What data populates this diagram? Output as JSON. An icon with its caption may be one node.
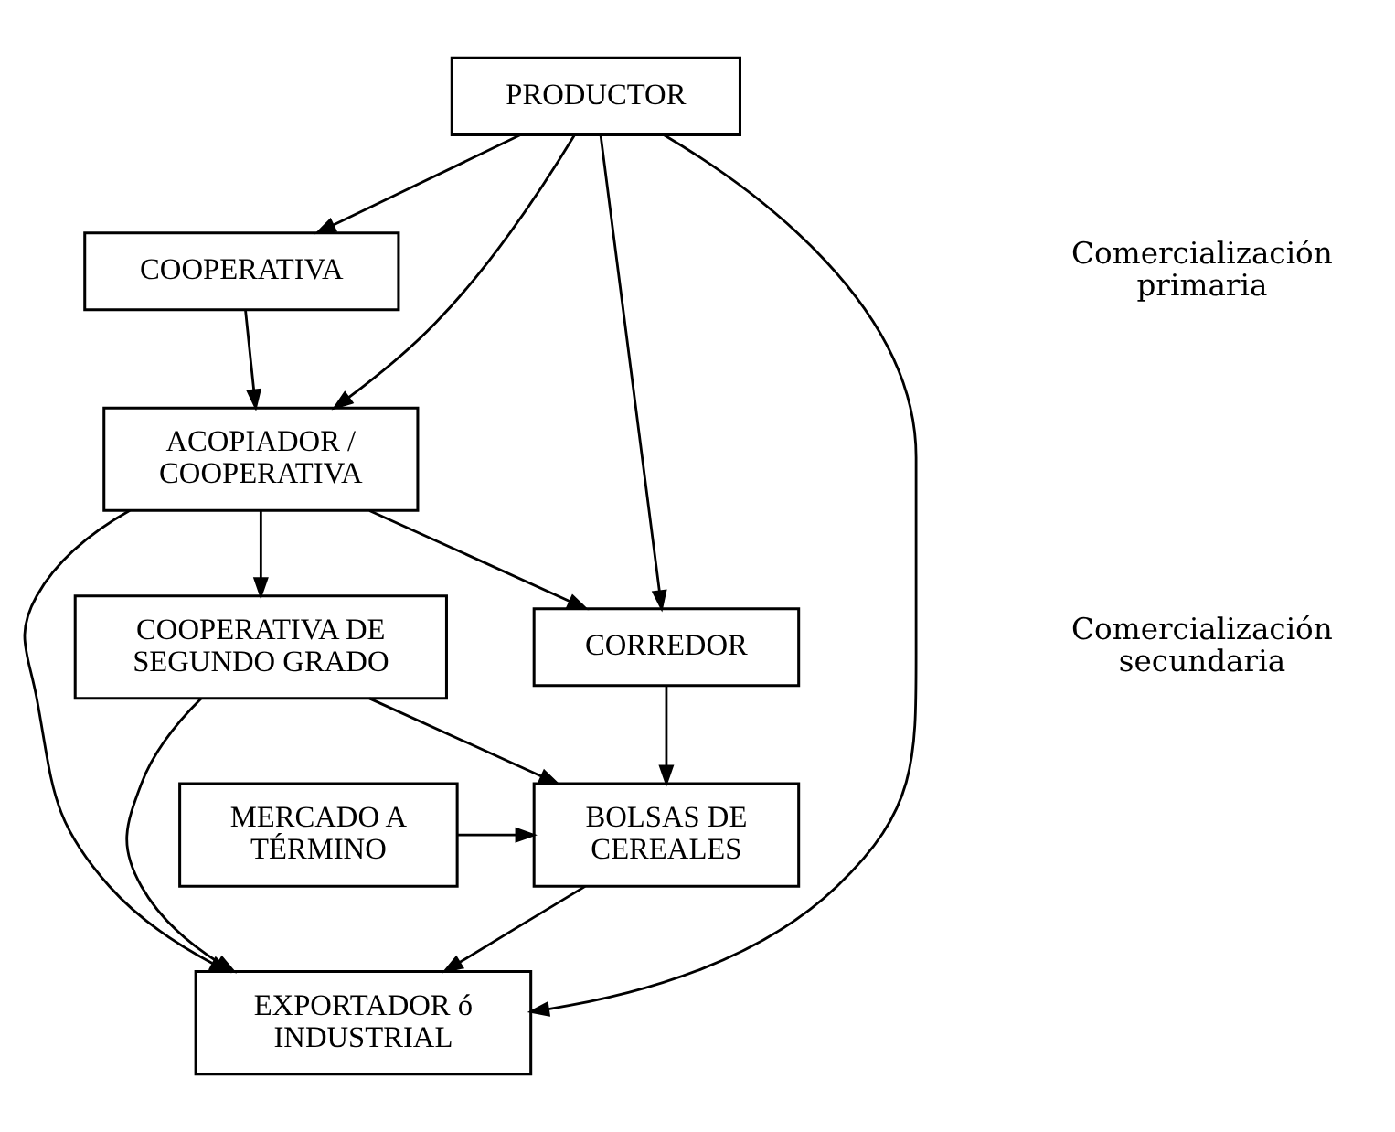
{
  "diagram": {
    "nodes": [
      {
        "text": [
          "PRODUCTOR"
        ]
      },
      {
        "text": [
          "COOPERATIVA"
        ]
      },
      {
        "text": [
          "ACOPIADOR / COOPERATIVA"
        ]
      },
      {
        "text": [
          "COOPERATIVA DE SEGUNDO GRADO"
        ]
      },
      {
        "text": [
          "CORREDOR"
        ]
      },
      {
        "text": [
          "BOLSAS DE CEREALES"
        ]
      },
      {
        "text": [
          "MERCADO A TÉRMINO"
        ]
      },
      {
        "text": [
          "EXPORTADOR ó INDUSTRIAL"
        ]
      }
    ],
    "edges": [
      {
        "from": 0,
        "to": 1,
        "arrow": "to"
      },
      {
        "from": 0,
        "to": 2,
        "arrow": "to"
      },
      {
        "from": 0,
        "to": 4,
        "arrow": "to"
      },
      {
        "from": 0,
        "to": 7,
        "arrow": "to"
      },
      {
        "from": 1,
        "to": 2,
        "arrow": "to"
      },
      {
        "from": 2,
        "to": 3,
        "arrow": "to"
      },
      {
        "from": 2,
        "to": 4,
        "arrow": "to"
      },
      {
        "from": 2,
        "to": 7,
        "arrow": "to"
      },
      {
        "from": 3,
        "to": 5,
        "arrow": "to"
      },
      {
        "from": 3,
        "to": 7,
        "arrow": "to"
      },
      {
        "from": 4,
        "to": 5,
        "arrow": "to"
      },
      {
        "from": 6,
        "to": 5,
        "arrow": "to"
      },
      {
        "from": 5,
        "to": 7,
        "arrow": "to"
      }
    ],
    "labels": [
      "Comercialización primaria",
      "Comercialización secundaria"
    ]
  }
}
